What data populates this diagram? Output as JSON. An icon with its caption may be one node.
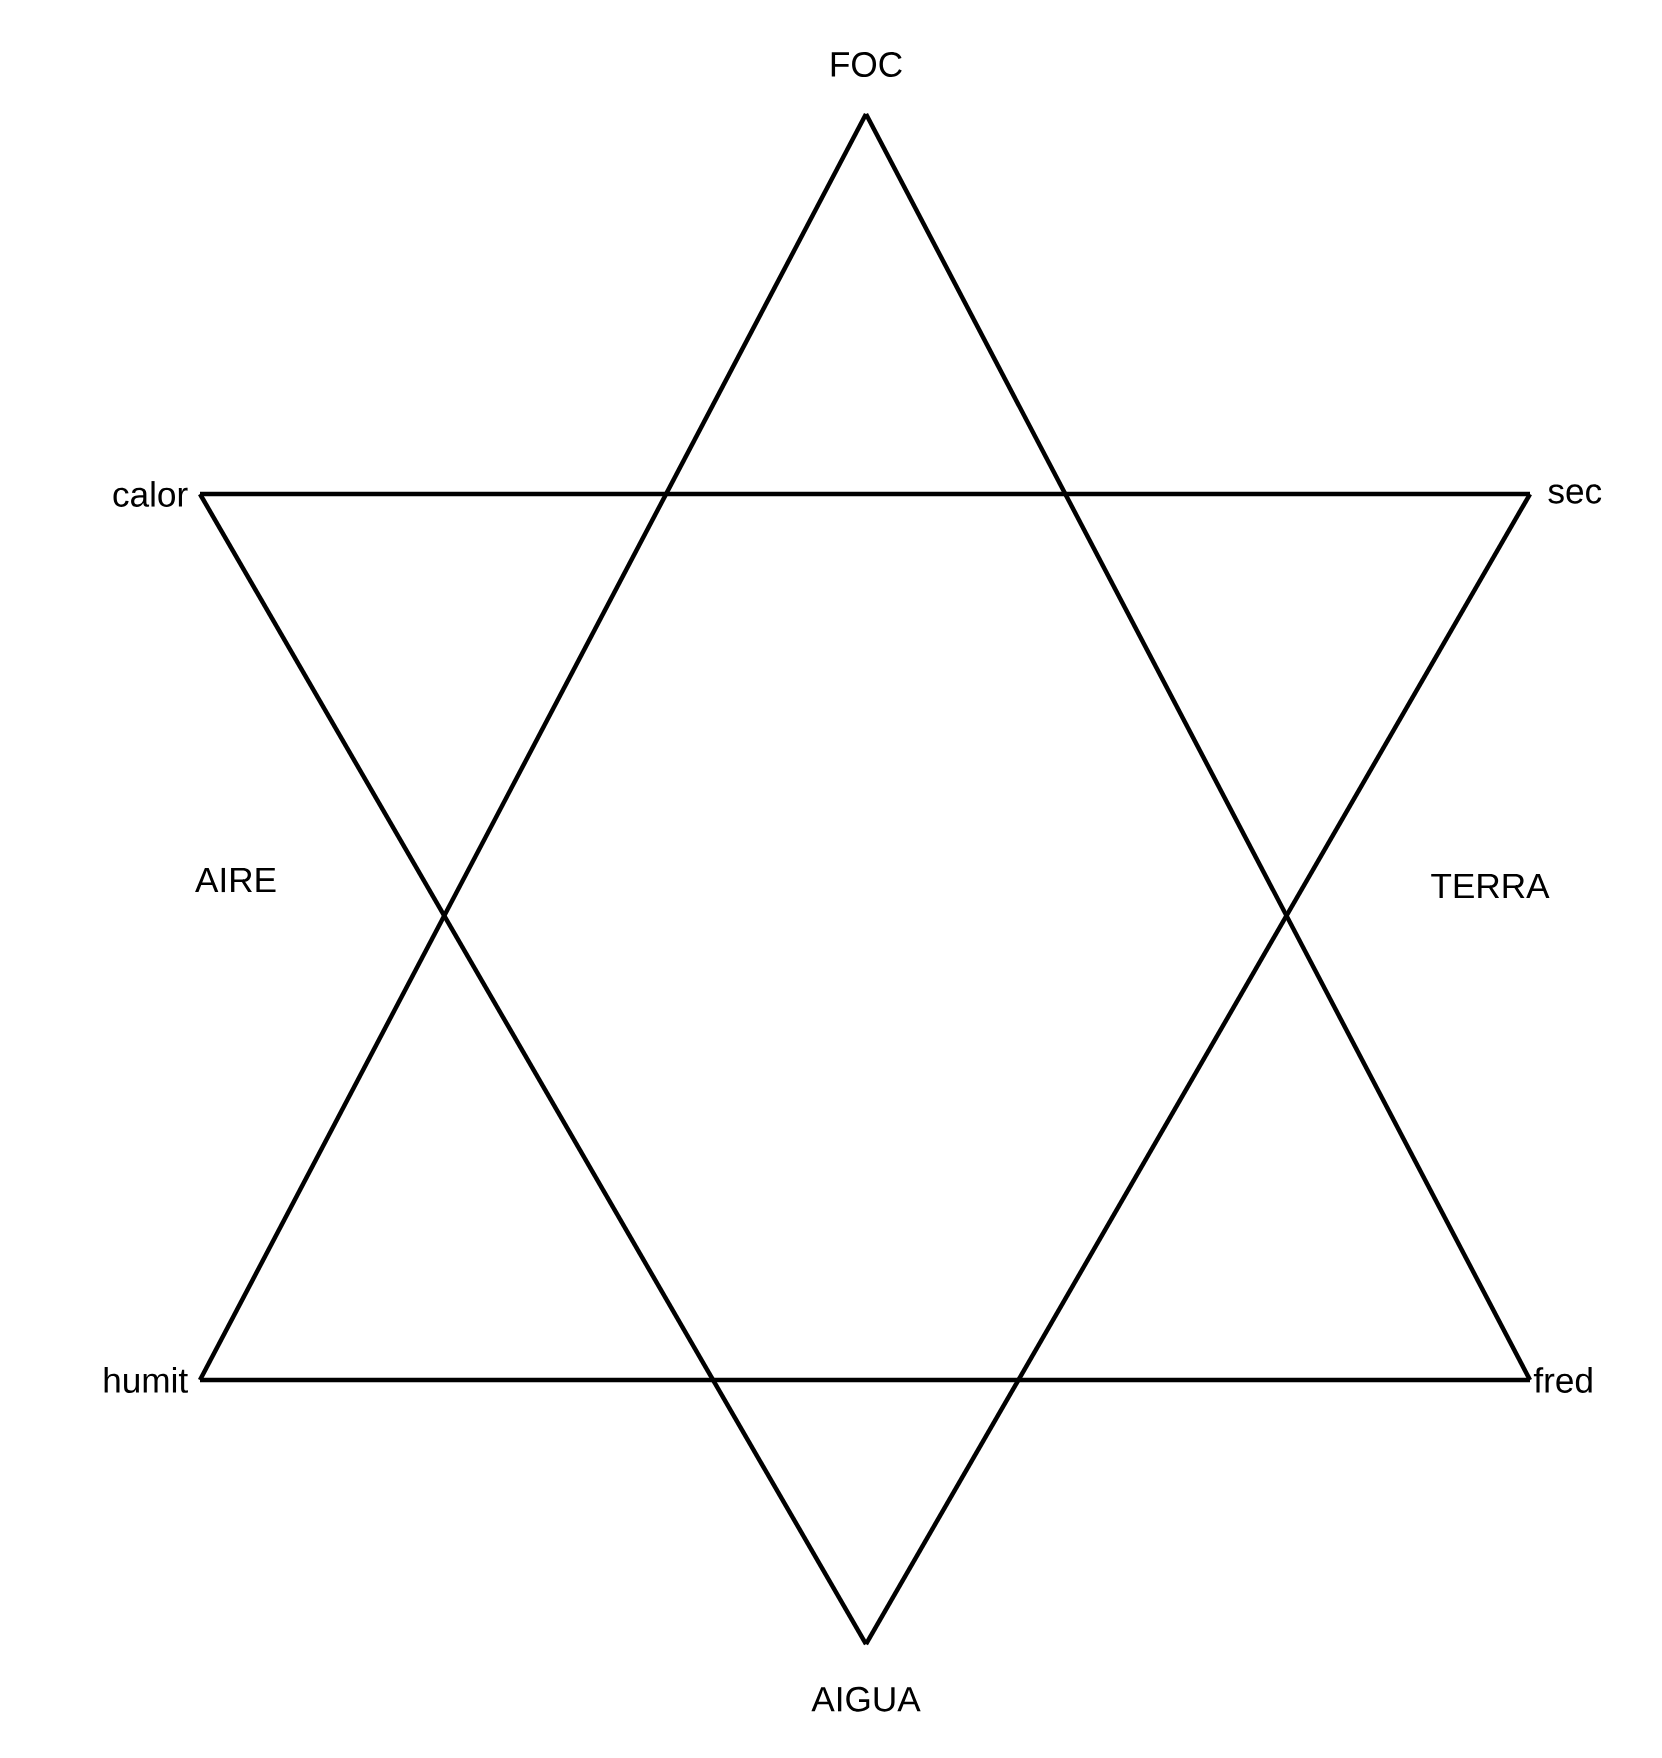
{
  "diagram": {
    "nodes": [
      {
        "text": [
          "FOC"
        ]
      },
      {
        "text": [
          "calor"
        ]
      },
      {
        "text": [
          "sec"
        ]
      },
      {
        "text": [
          "humit"
        ]
      },
      {
        "text": [
          "fred"
        ]
      },
      {
        "text": [
          "AIGUA"
        ]
      }
    ],
    "edges": [
      {
        "from": 0,
        "to": 3,
        "arrow": "none"
      },
      {
        "from": 0,
        "to": 4,
        "arrow": "none"
      },
      {
        "from": 3,
        "to": 4,
        "arrow": "none"
      },
      {
        "from": 1,
        "to": 2,
        "arrow": "none"
      },
      {
        "from": 1,
        "to": 5,
        "arrow": "none"
      },
      {
        "from": 2,
        "to": 5,
        "arrow": "none"
      }
    ],
    "labels": [
      "AIRE",
      "TERRA"
    ]
  }
}
